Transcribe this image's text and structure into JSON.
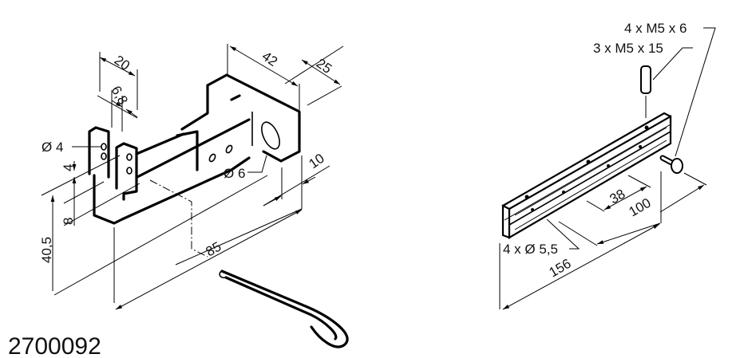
{
  "part_number": "2700092",
  "bracket_dimensions": {
    "width_20": "20",
    "slot_6_8": "6,8",
    "length_42": "42",
    "depth_25": "25",
    "hole_d4": "Ø 4",
    "spacing_4": "4",
    "offset_8": "8",
    "height_40_5": "40,5",
    "hole_d6": "Ø 6",
    "thickness_10": "10",
    "length_85": "85"
  },
  "rail_dimensions": {
    "screws_short": "4 x M5 x 6",
    "screws_long": "3 x M5 x 15",
    "spacing_38": "38",
    "spacing_100": "100",
    "holes": "4 x Ø 5,5",
    "length_156": "156"
  }
}
